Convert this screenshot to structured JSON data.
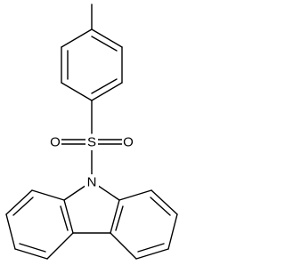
{
  "structure": {
    "atom_labels": {
      "sulfur": "S",
      "oxygen_left": "O",
      "oxygen_right": "O",
      "nitrogen": "N"
    }
  }
}
